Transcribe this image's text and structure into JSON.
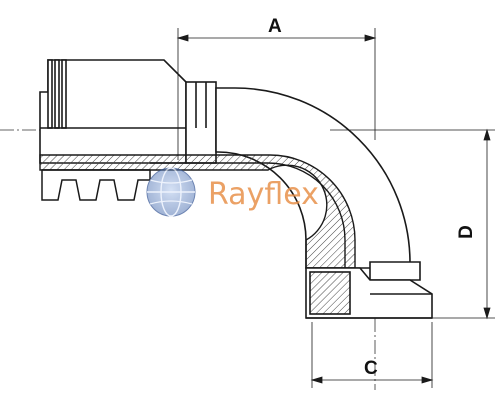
{
  "diagram": {
    "dimensions": {
      "a": "A",
      "c": "C",
      "d": "D"
    },
    "watermark": {
      "text": "Rayflex"
    },
    "colors": {
      "line": "#1a1a1a",
      "body": "#ffffff",
      "hatch": "#555555",
      "watermark_text": "#e8914a",
      "watermark_globe": "#6b8fc7"
    }
  }
}
